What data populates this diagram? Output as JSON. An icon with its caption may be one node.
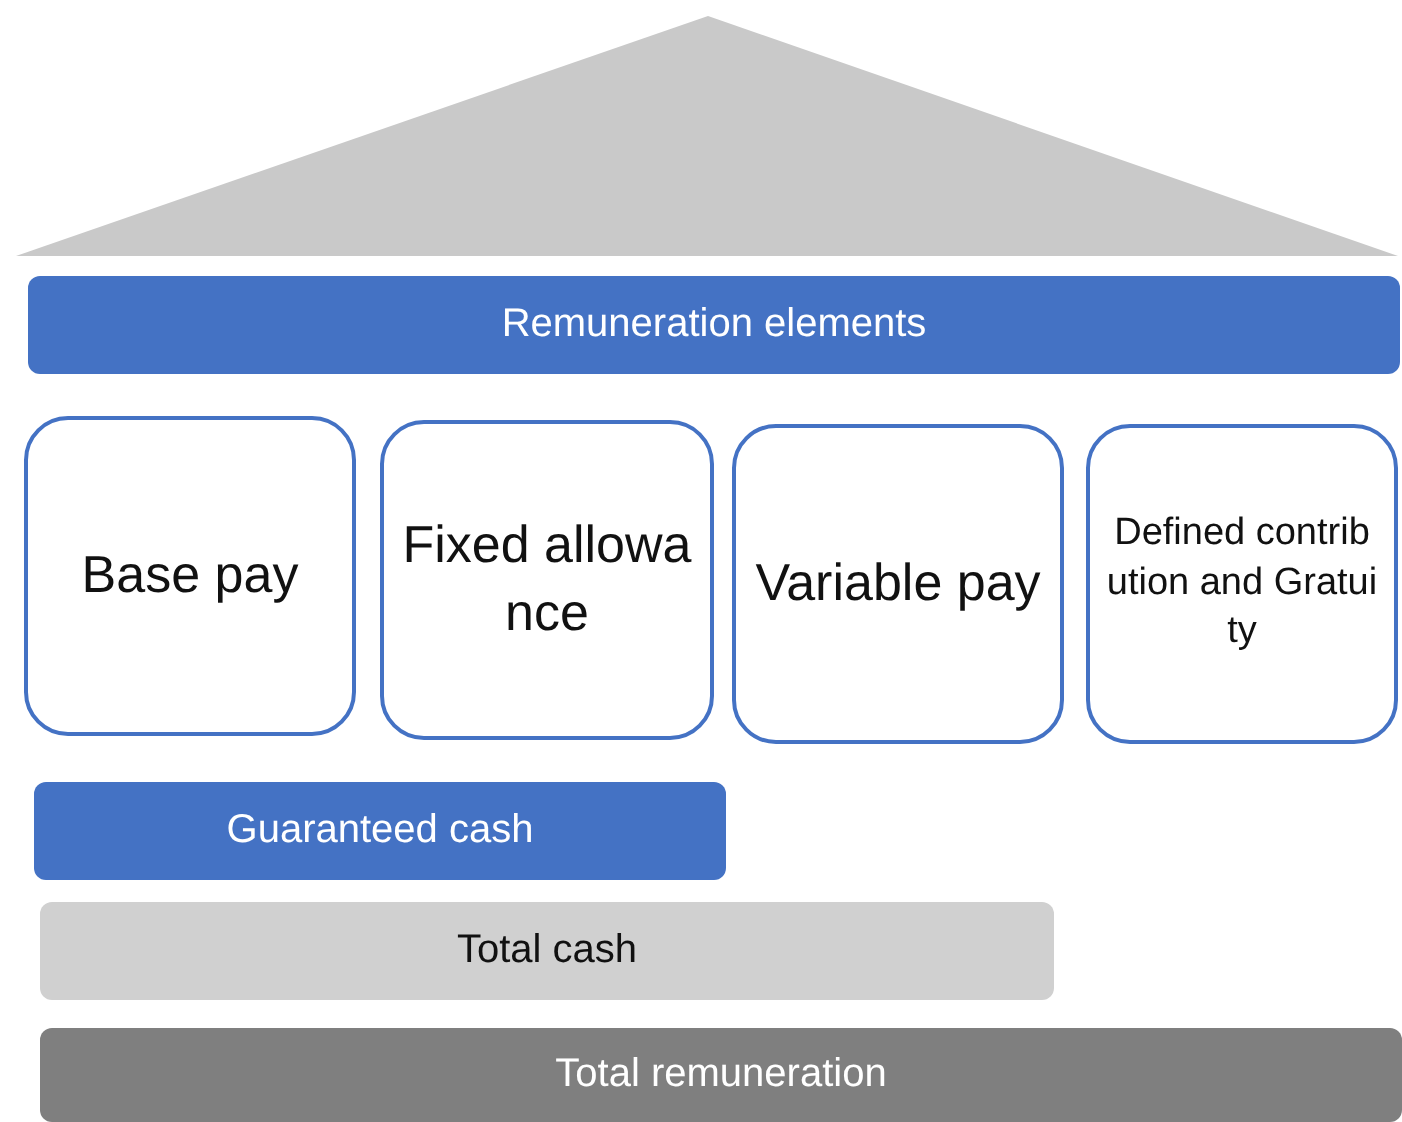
{
  "diagram": {
    "nodes": [
      {
        "text": [
          "Remuneration elements"
        ]
      },
      {
        "text": [
          "Base pay"
        ]
      },
      {
        "text": [
          "Fixed allowance"
        ]
      },
      {
        "text": [
          "Variable pay"
        ]
      },
      {
        "text": [
          "Defined contribution and Gratuity"
        ]
      },
      {
        "text": [
          "Guaranteed cash"
        ]
      },
      {
        "text": [
          "Total cash"
        ]
      },
      {
        "text": [
          "Total remuneration"
        ]
      }
    ]
  }
}
